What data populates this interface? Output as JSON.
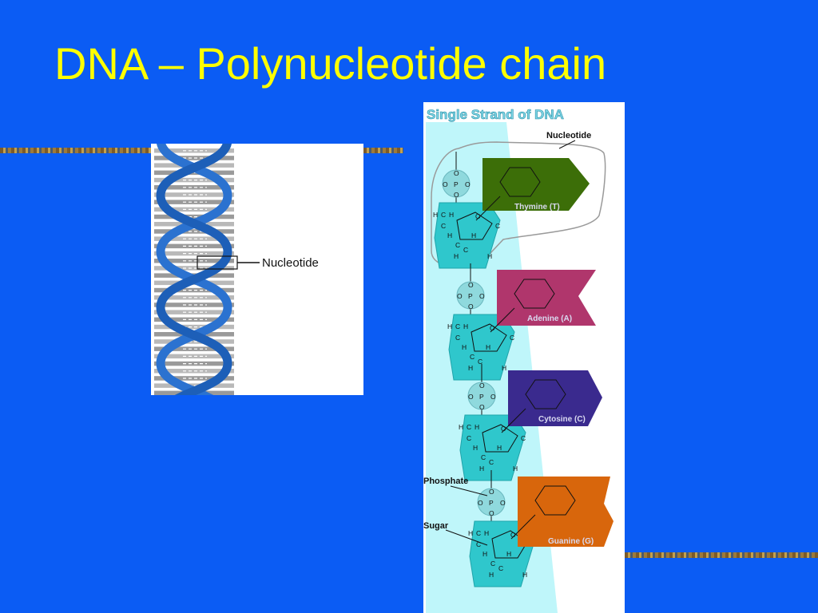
{
  "slide": {
    "title": "DNA – Polynucleotide chain",
    "colors": {
      "background": "#0b5cf4",
      "title": "#ffff00"
    }
  },
  "helix_figure": {
    "label": "Nucleotide"
  },
  "strand_figure": {
    "title": "Single Strand of DNA",
    "nucleotide_label": "Nucleotide",
    "phosphate_label": "Phosphate",
    "sugar_label": "Sugar",
    "phosphate_group": [
      "O",
      "P",
      "O",
      "O",
      "O"
    ],
    "sugar_atoms": [
      "H",
      "C",
      "H",
      "O",
      "C",
      "C",
      "H",
      "H",
      "C",
      "C",
      "H",
      "H"
    ],
    "bases": [
      {
        "name": "Thymine (T)",
        "color": "#3c6e08"
      },
      {
        "name": "Adenine (A)",
        "color": "#b0366c"
      },
      {
        "name": "Cytosine (C)",
        "color": "#3a2a8e"
      },
      {
        "name": "Guanine (G)",
        "color": "#d8660c"
      }
    ],
    "colors": {
      "backbone": "#bff6fa",
      "sugar": "#2fc7cc",
      "phosphate": "#8fd9dd"
    }
  }
}
